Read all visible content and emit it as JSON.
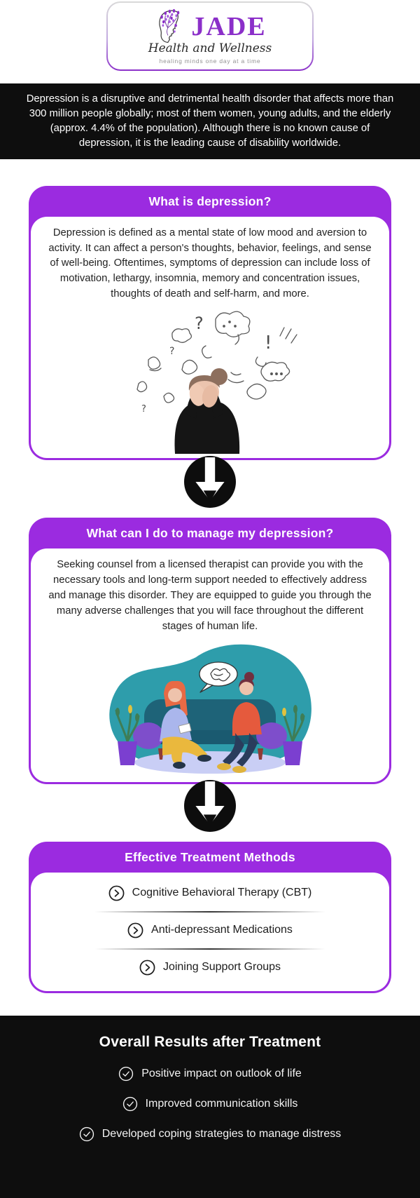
{
  "brand": {
    "name": "JADE",
    "subtitle": "Health and Wellness",
    "tagline": "healing minds one day at a time"
  },
  "intro": {
    "text": "Depression is a disruptive and detrimental health disorder that affects more than 300 million people globally; most of them women, young adults, and the elderly (approx. 4.4% of the population). Although there is no known cause of depression, it is the leading cause of disability worldwide."
  },
  "sections": [
    {
      "title": "What is depression?",
      "body": "Depression is defined as a mental state of low mood and aversion to activity. It can affect a person's thoughts, behavior, feelings, and sense of well-being. Oftentimes, symptoms of depression can include loss of motivation, lethargy, insomnia, memory and concentration issues, thoughts of death and self-harm, and more."
    },
    {
      "title": "What can I do to manage my depression?",
      "body": "Seeking counsel from a licensed therapist can provide you with the necessary tools and long-term support needed to effectively address and manage this disorder. They are equipped to guide you through the many adverse challenges that you will face throughout the different stages of human life."
    },
    {
      "title": "Effective Treatment Methods",
      "items": [
        "Cognitive Behavioral Therapy (CBT)",
        "Anti-depressant Medications",
        "Joining Support Groups"
      ]
    }
  ],
  "results": {
    "title": "Overall Results after Treatment",
    "items": [
      "Positive impact on outlook of life",
      "Improved communication skills",
      "Developed coping strategies to manage distress"
    ]
  },
  "doodles": {
    "question": "?",
    "exclaim": "!",
    "ellipsis": "..."
  },
  "icons": {
    "brand": "head-with-tree-logo",
    "flow": "down-arrow-in-circle",
    "treatment": "chevron-right-in-circle",
    "result": "check-in-circle"
  },
  "colors": {
    "accent_purple": "#9b2be0",
    "logo_purple": "#8b2fc9",
    "section_black": "#0e0e0e",
    "illustration_teal": "#2e9dab"
  }
}
